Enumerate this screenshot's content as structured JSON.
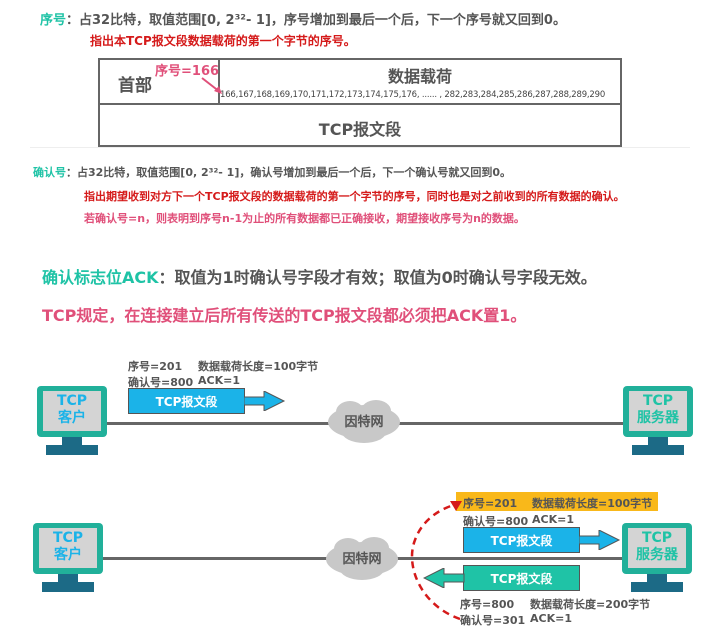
{
  "seq": {
    "label": "序号",
    "text": "：占32比特，取值范围[0, 2³²- 1]，序号增加到最后一个后，下一个序号就又回到0。",
    "note": "指出本TCP报文段数据载荷的第一个字节的序号。"
  },
  "segment_table": {
    "header": "首部",
    "seq_tag": "序号=166",
    "payload": "数据载荷",
    "bytes": "166,167,168,169,170,171,172,173,174,175,176, ...... , 282,283,284,285,286,287,288,289,290",
    "segment": "TCP报文段"
  },
  "ack": {
    "label": "确认号",
    "text": "：占32比特，取值范围[0, 2³²- 1]，确认号增加到最后一个后，下一个确认号就又回到0。",
    "note1": "指出期望收到对方下一个TCP报文段的数据载荷的第一个字节的序号，同时也是对之前收到的所有数据的确认。",
    "note2": "若确认号=n，则表明到序号n-1为止的所有数据都已正确接收，期望接收序号为n的数据。"
  },
  "ack_flag": {
    "label": "确认标志位ACK",
    "text": "：取值为1时确认号字段才有效；取值为0时确认号字段无效。"
  },
  "rule": "TCP规定，在连接建立后所有传送的TCP报文段都必须把ACK置1。",
  "diagram1": {
    "client": [
      "TCP",
      "客户"
    ],
    "server": [
      "TCP",
      "服务器"
    ],
    "internet": "因特网",
    "seg_label": "TCP报文段",
    "line1a": "序号=201",
    "line1b": "数据载荷长度=100字节",
    "line2a": "确认号=800",
    "line2b": "ACK=1"
  },
  "diagram2": {
    "client": [
      "TCP",
      "客户"
    ],
    "server": [
      "TCP",
      "服务器"
    ],
    "internet": "因特网",
    "seg_label_out": "TCP报文段",
    "seg_label_in": "TCP报文段",
    "top1a": "序号=201",
    "top1b": "数据载荷长度=100字节",
    "top2a": "确认号=800",
    "top2b": "ACK=1",
    "bot1a": "序号=800",
    "bot1b": "数据载荷长度=200字节",
    "bot2a": "确认号=301",
    "bot2b": "ACK=1"
  },
  "colors": {
    "teal": "#1fc3a6",
    "red": "#d51a1a",
    "pink": "#e0507a",
    "blue": "#1bb3e8",
    "green": "#1fc3a6",
    "orange": "#f9b81a"
  }
}
